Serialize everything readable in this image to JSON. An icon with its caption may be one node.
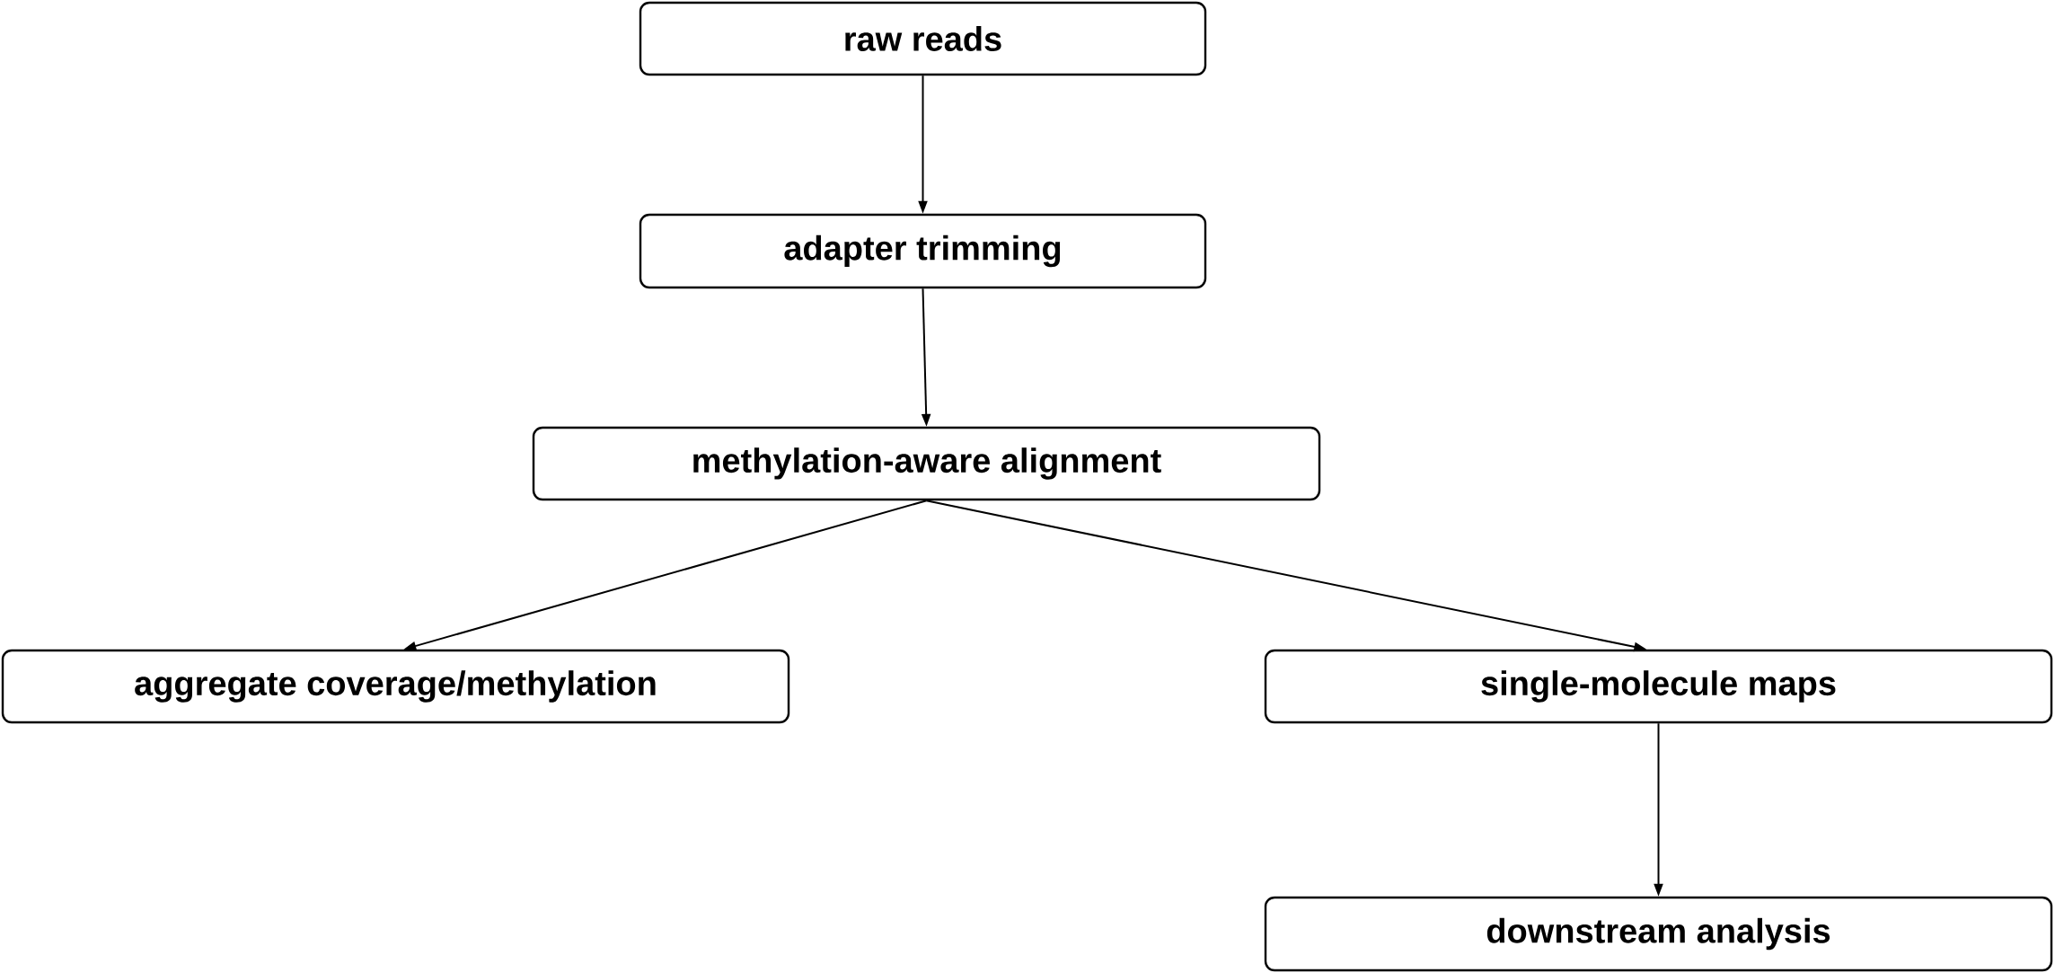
{
  "diagram": {
    "nodes": [
      {
        "text": [
          "raw reads"
        ]
      },
      {
        "text": [
          "adapter trimming"
        ]
      },
      {
        "text": [
          "methylation-aware alignment"
        ]
      },
      {
        "text": [
          "aggregate coverage/methylation"
        ]
      },
      {
        "text": [
          "single-molecule maps"
        ]
      },
      {
        "text": [
          "downstream analysis"
        ]
      }
    ],
    "edges": [
      {
        "from": 0,
        "to": 1,
        "arrow": "to"
      },
      {
        "from": 1,
        "to": 2,
        "arrow": "to"
      },
      {
        "from": 2,
        "to": 3,
        "arrow": "to"
      },
      {
        "from": 2,
        "to": 4,
        "arrow": "to"
      },
      {
        "from": 4,
        "to": 5,
        "arrow": "to"
      }
    ]
  }
}
